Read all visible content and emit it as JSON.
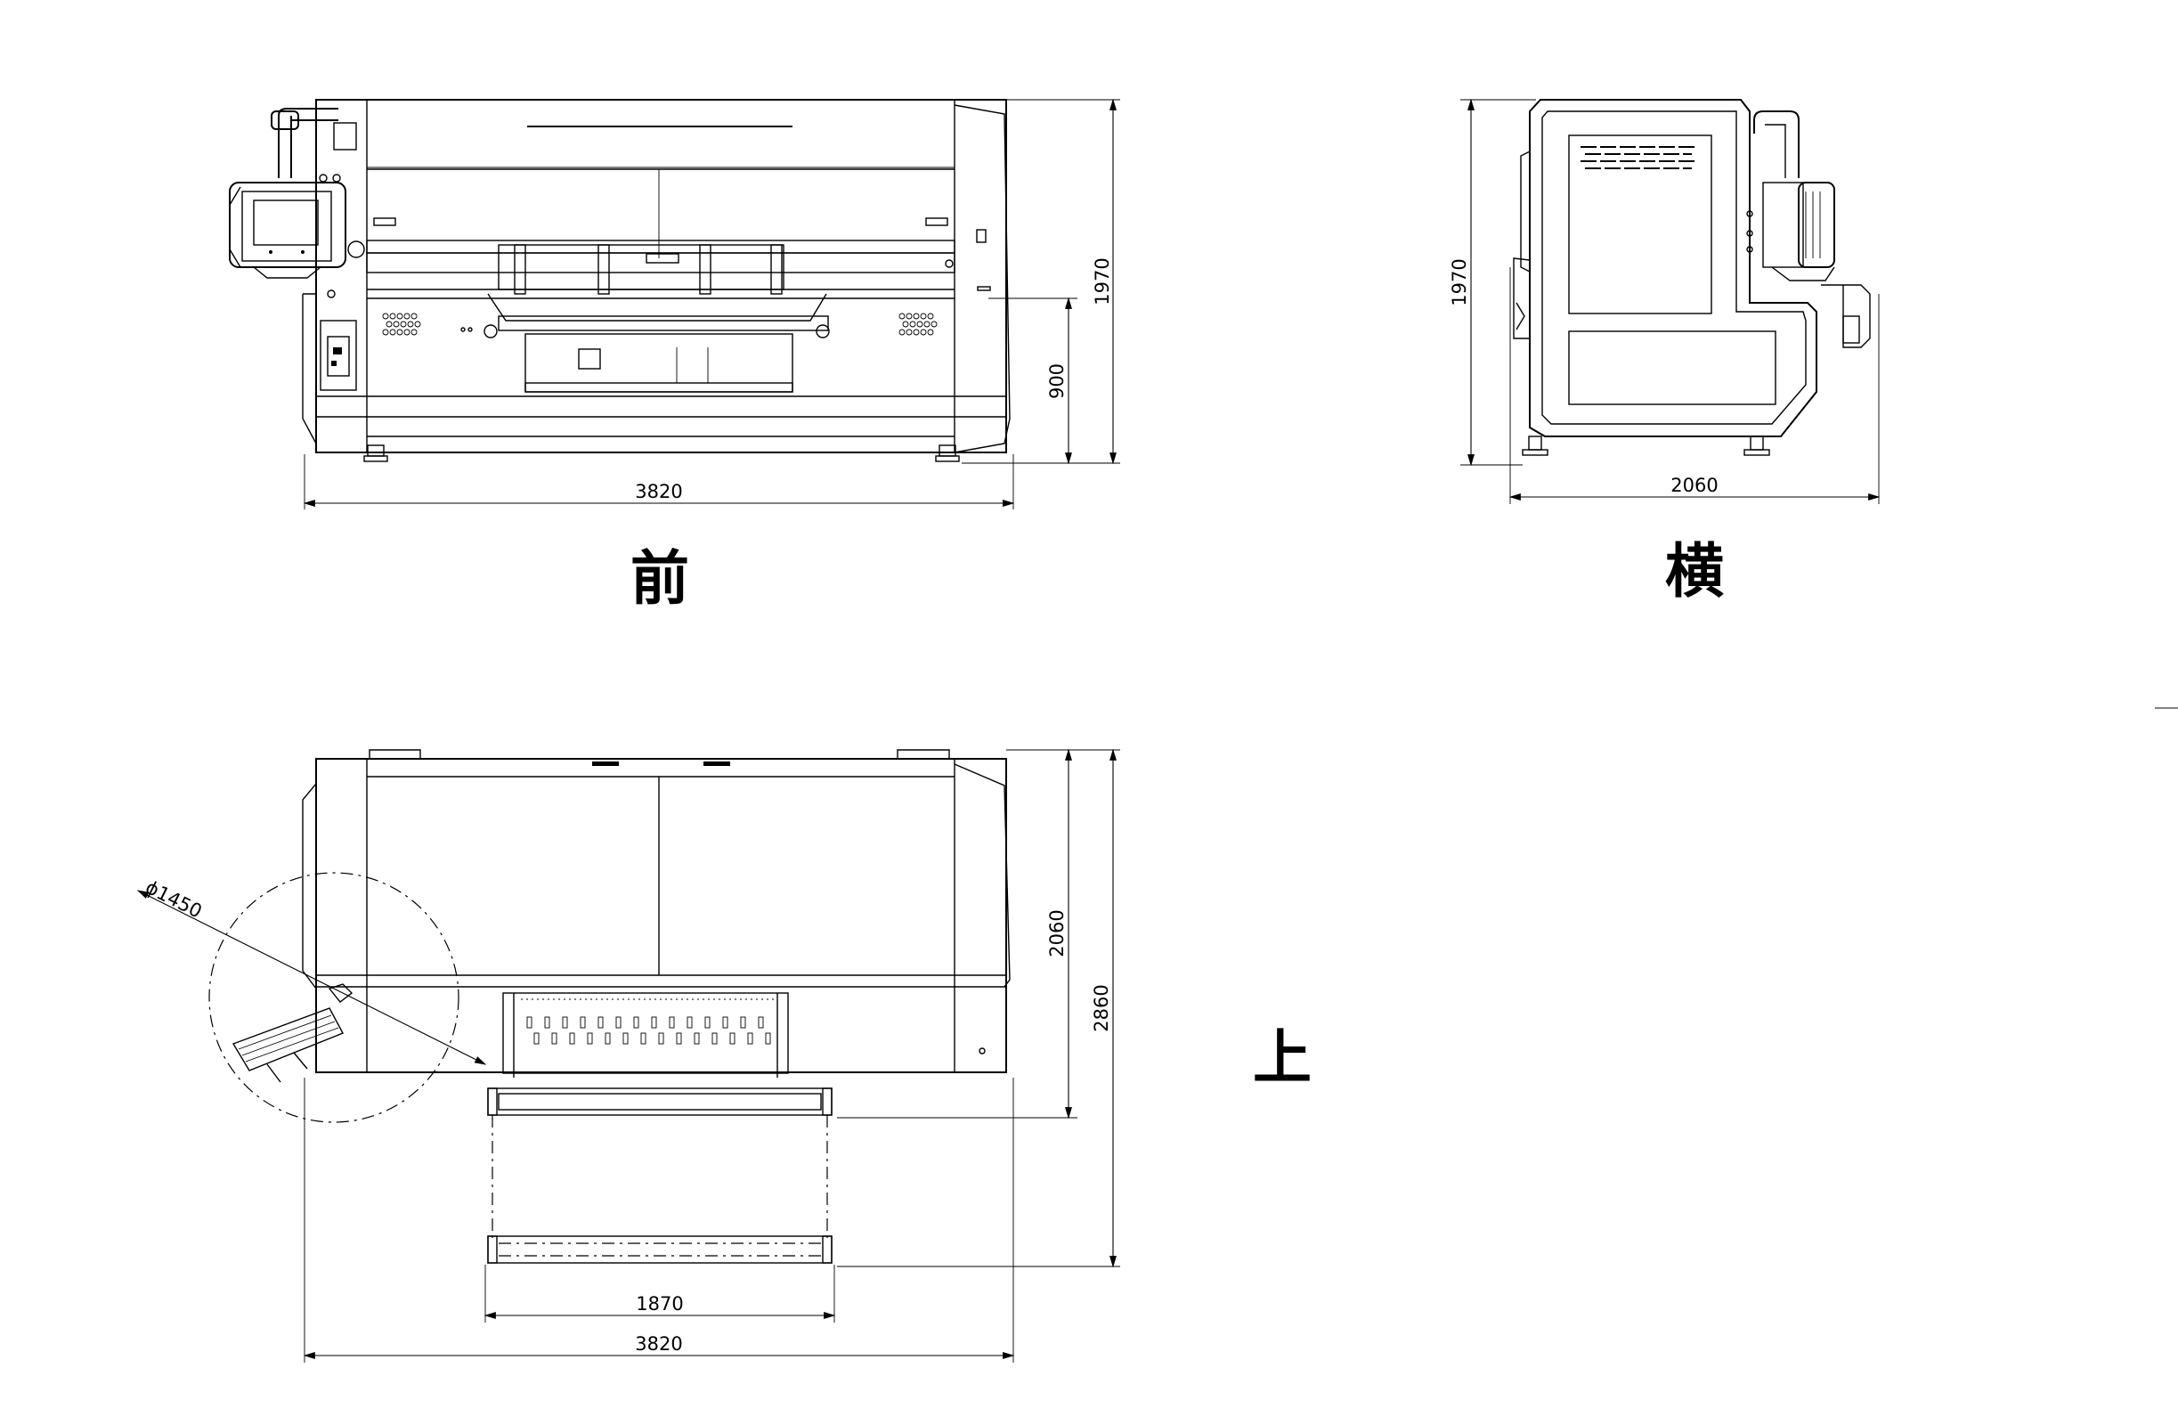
{
  "views": {
    "front": {
      "label": "前"
    },
    "side": {
      "label": "横"
    },
    "top": {
      "label": "上"
    }
  },
  "dimensions": {
    "front_width": "3820",
    "front_height": "1970",
    "front_table_height": "900",
    "side_depth": "2060",
    "side_height": "1970",
    "top_depth": "2060",
    "top_total_depth": "2860",
    "top_width": "3820",
    "top_table_width": "1870",
    "swing_diameter": "ϕ1450"
  }
}
